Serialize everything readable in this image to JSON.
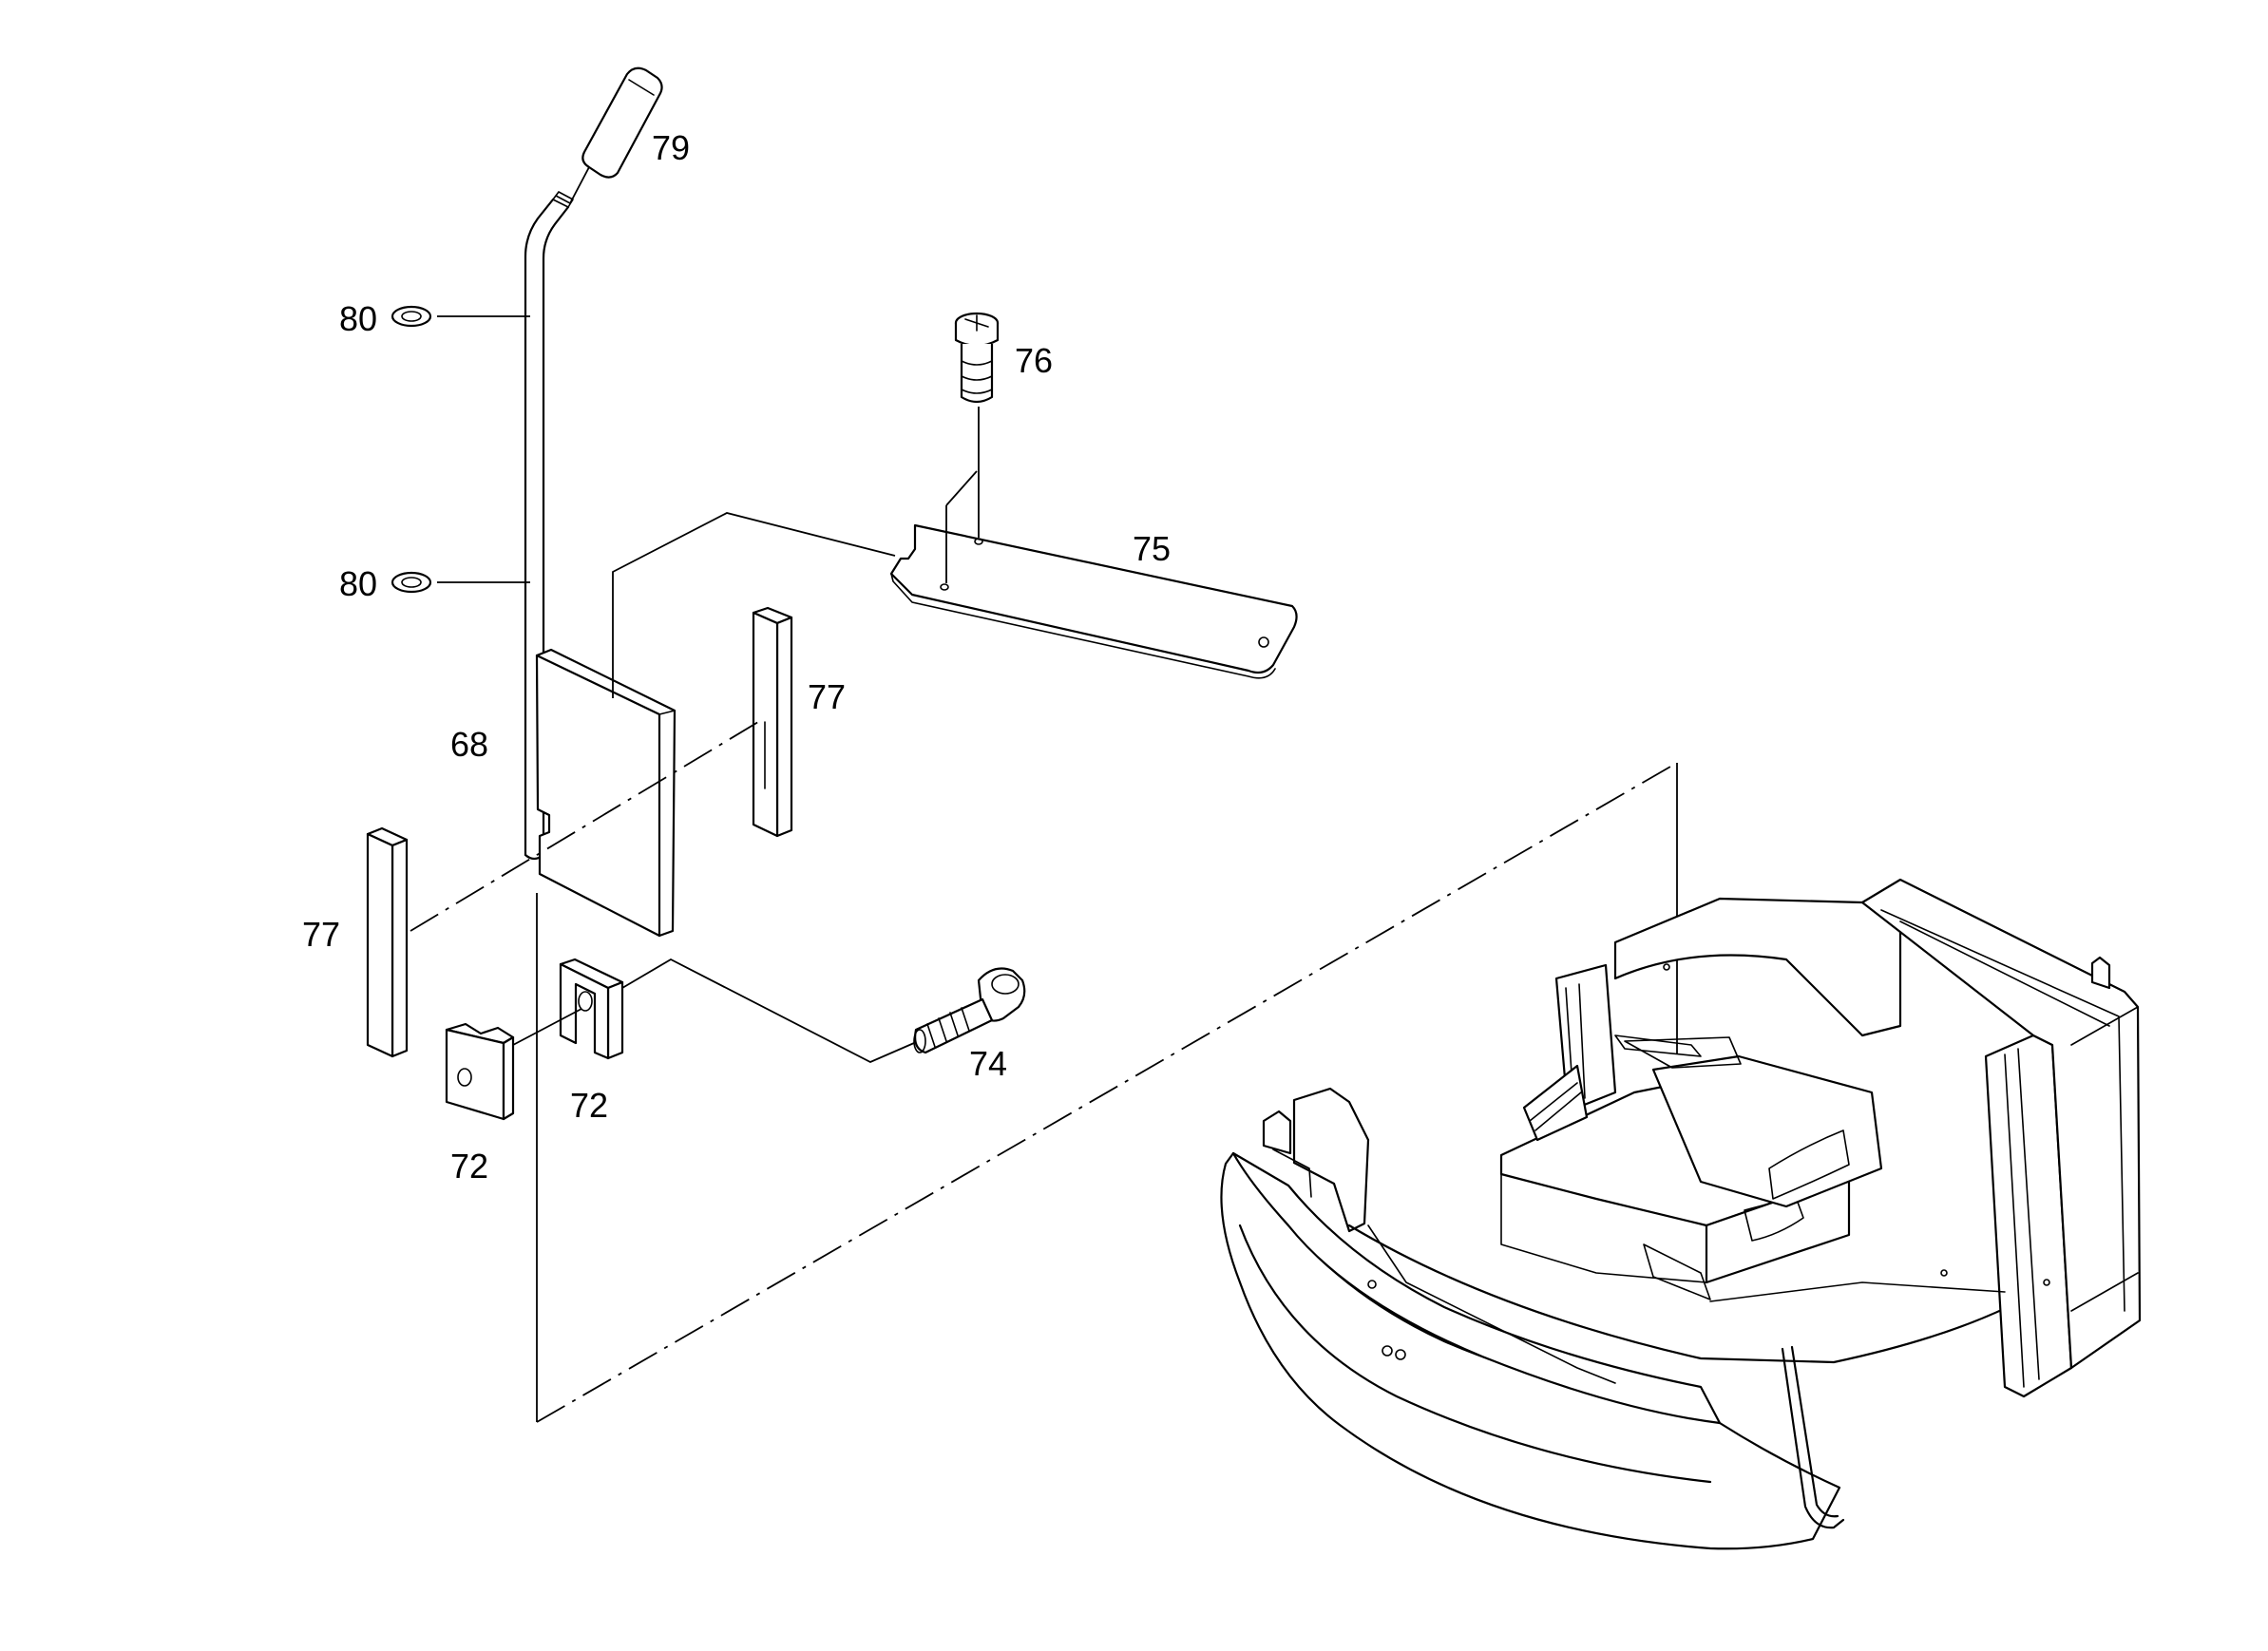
{
  "diagram": {
    "type": "exploded-parts-view",
    "callouts": {
      "p79": "79",
      "p80_upper": "80",
      "p80_lower": "80",
      "p76": "76",
      "p75": "75",
      "p77_right": "77",
      "p68": "68",
      "p77_left": "77",
      "p72_upper": "72",
      "p72_lower": "72",
      "p74": "74"
    }
  }
}
